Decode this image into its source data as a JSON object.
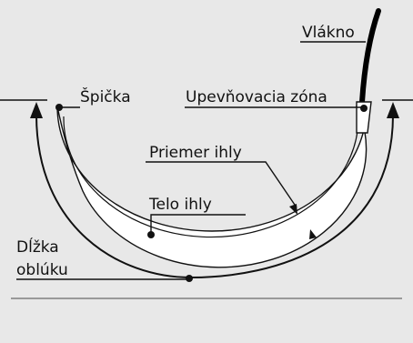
{
  "labels": {
    "fiber": "Vlákno",
    "tip": "Špička",
    "swage": "Upevňovacia zóna",
    "diameter": "Priemer ihly",
    "body": "Telo ihly",
    "chord_line1": "Dĺžka",
    "chord_line2": "oblúku"
  },
  "colors": {
    "background": "#e8e8e8",
    "needle_fill": "#ffffff",
    "outline": "#111111",
    "baseline": "#999999"
  }
}
